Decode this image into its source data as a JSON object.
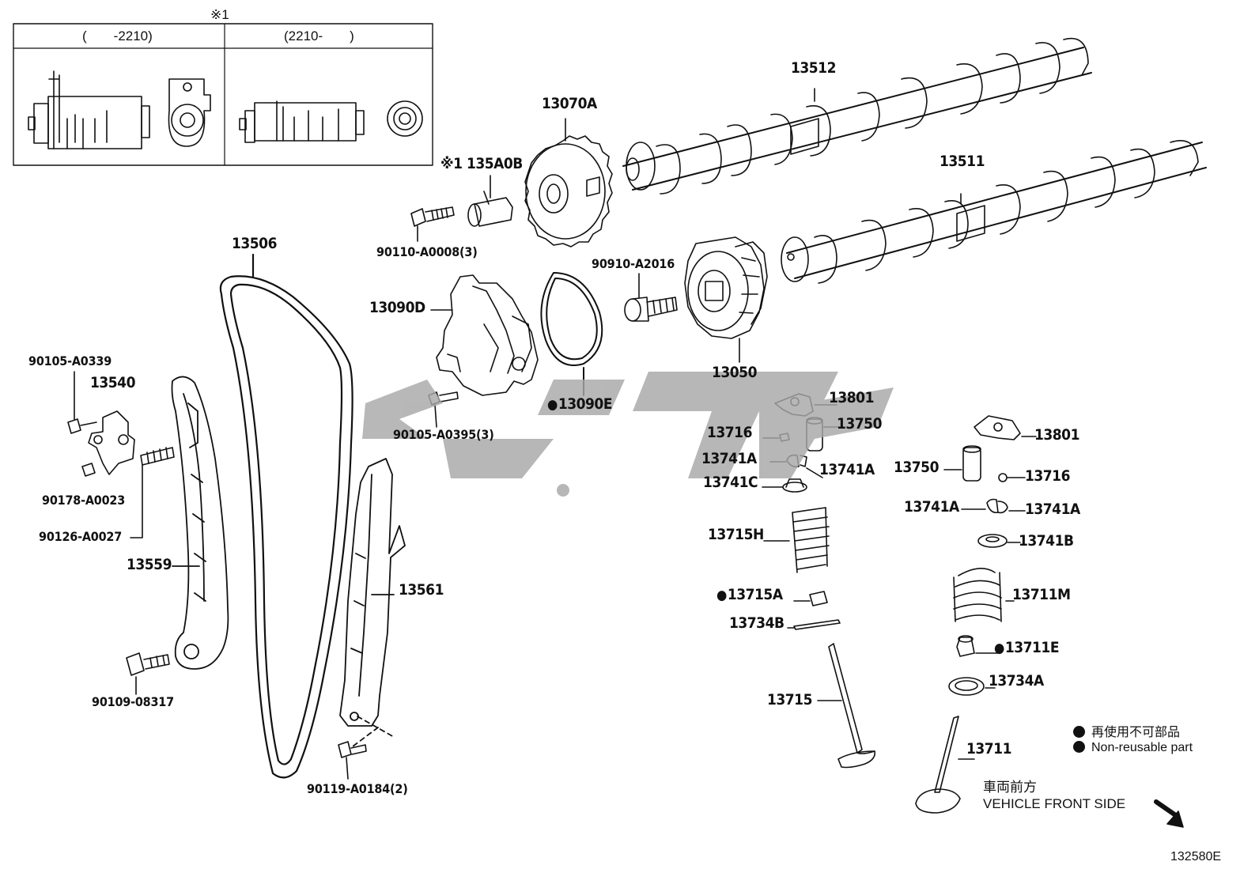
{
  "inset": {
    "ref_mark": "※1",
    "col_left": "(　　-2210)",
    "col_right": "(2210-　　)"
  },
  "parts": {
    "p13512": "13512",
    "p13070A": "13070A",
    "p135A0B": "※1 135A0B",
    "p13511": "13511",
    "p90110": "90110-A0008(3)",
    "p13506": "13506",
    "p90910": "90910-A2016",
    "p13090D": "13090D",
    "p13050": "13050",
    "p90105_a0339": "90105-A0339",
    "p13540": "13540",
    "p13801a": "13801",
    "p13090E": "13090E",
    "p13750a": "13750",
    "p90105_a0395": "90105-A0395(3)",
    "p13716a": "13716",
    "p13801b": "13801",
    "p13741A_1": "13741A",
    "p13741A_2": "13741A",
    "p90178": "90178-A0023",
    "p13750b": "13750",
    "p13716b": "13716",
    "p13741C": "13741C",
    "p90126": "90126-A0027",
    "p13741A_3": "13741A",
    "p13741A_4": "13741A",
    "p13715H": "13715H",
    "p13741B": "13741B",
    "p13559": "13559",
    "p13561": "13561",
    "p13715A": "13715A",
    "p13711M": "13711M",
    "p13734B": "13734B",
    "p90109": "90109-08317",
    "p13711E": "13711E",
    "p13734A": "13734A",
    "p13715": "13715",
    "p90119": "90119-A0184(2)",
    "p13711": "13711"
  },
  "legend": {
    "jp": "再使用不可部品",
    "en": "Non-reusable part"
  },
  "direction": {
    "jp": "車両前方",
    "en": "VEHICLE FRONT SIDE"
  },
  "figure_code": "132580E",
  "colors": {
    "ink": "#111111",
    "watermark": "#b3b3b3"
  }
}
